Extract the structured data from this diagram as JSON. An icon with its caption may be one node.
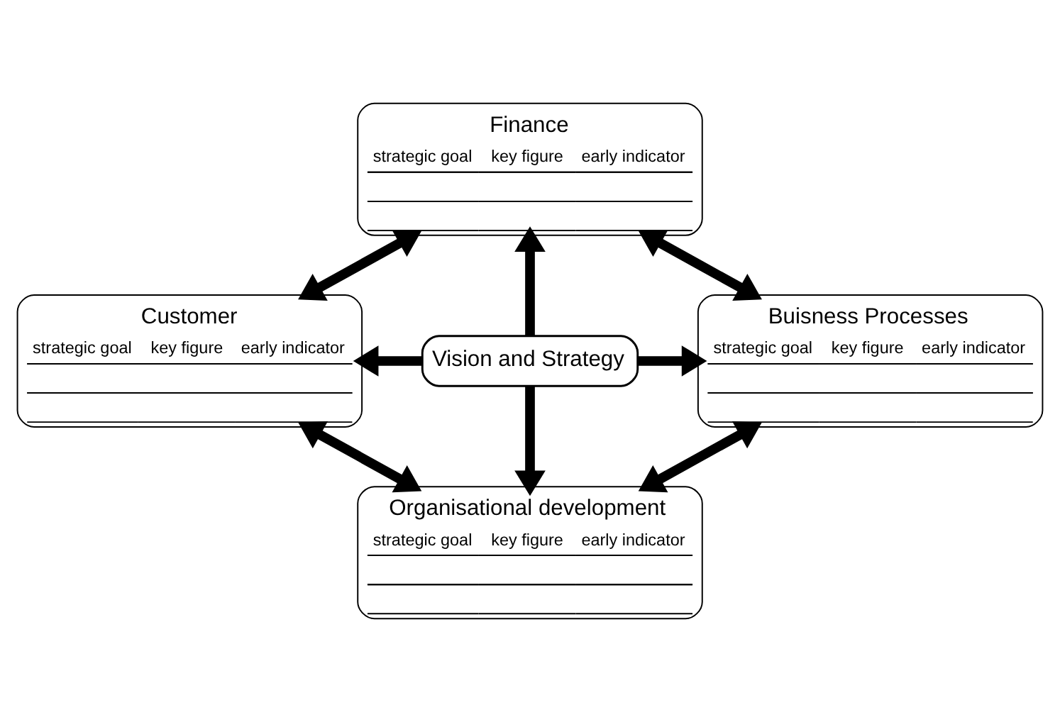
{
  "diagram": {
    "nodes": [
      {
        "text": [
          "Finance",
          "strategic goal",
          "key figure",
          "early indicator"
        ]
      },
      {
        "text": [
          "Customer",
          "strategic goal",
          "key figure",
          "early indicator"
        ]
      },
      {
        "text": [
          "Vision and Strategy"
        ]
      },
      {
        "text": [
          "Buisness Processes",
          "strategic goal",
          "key figure",
          "early indicator"
        ]
      },
      {
        "text": [
          "Organisational development",
          "strategic goal",
          "key figure",
          "early indicator"
        ]
      }
    ],
    "edges": [
      {
        "from": 2,
        "to": 0,
        "arrow": "to"
      },
      {
        "from": 2,
        "to": 1,
        "arrow": "to"
      },
      {
        "from": 2,
        "to": 3,
        "arrow": "to"
      },
      {
        "from": 2,
        "to": 4,
        "arrow": "to"
      },
      {
        "from": 0,
        "to": 1,
        "arrow": "both"
      },
      {
        "from": 0,
        "to": 3,
        "arrow": "both"
      },
      {
        "from": 1,
        "to": 4,
        "arrow": "both"
      },
      {
        "from": 3,
        "to": 4,
        "arrow": "both"
      }
    ]
  }
}
